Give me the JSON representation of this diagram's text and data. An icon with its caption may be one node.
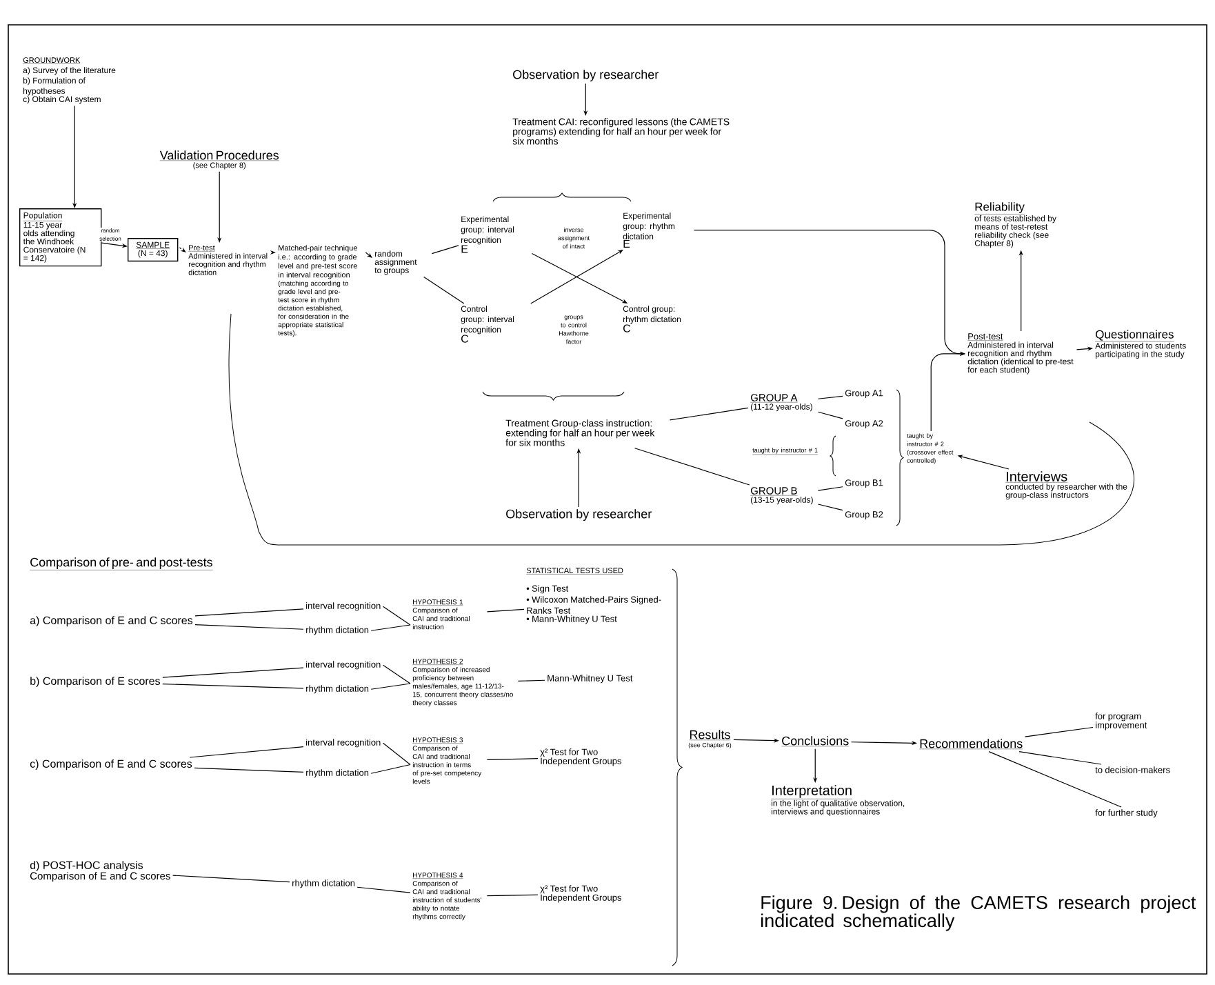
{
  "diagram": {
    "caption": "Figure 9. Design of the CAMETS research project indicated schematically",
    "nodes": [
      {
        "text": [
          "GROUNDWORK",
          "a) Survey of the literature",
          "b) Formulation of hypotheses",
          "c) Obtain CAI system"
        ]
      },
      {
        "text": [
          "Population",
          "11-15 year olds attending the Windhoek Conservatoire (N = 142)"
        ]
      },
      {
        "text": [
          "SAMPLE",
          "(N = 43)"
        ]
      },
      {
        "text": [
          "Validation Procedures",
          "(see Chapter 8)"
        ]
      },
      {
        "text": [
          "Pre-test",
          "Administered in interval recognition and rhythm dictation"
        ]
      },
      {
        "text": [
          "Matched-pair technique i.e.: according to grade level and pre-test score in interval recognition",
          "(matching according to grade level and pre-test score in rhythm dictation established, for consideration in the appropriate statistical tests)."
        ]
      },
      {
        "text": [
          "random assignment to groups"
        ]
      },
      {
        "text": [
          "Experimental group: interval recognition",
          "E"
        ]
      },
      {
        "text": [
          "Experimental group: rhythm dictation",
          "E"
        ]
      },
      {
        "text": [
          "Control group: interval recognition",
          "C"
        ]
      },
      {
        "text": [
          "Control group: rhythm dictation",
          "C"
        ]
      },
      {
        "text": [
          "Observation by researcher"
        ]
      },
      {
        "text": [
          "Treatment CAI: reconfigured lessons (the CAMETS programs) extending for half an hour per week for six months"
        ]
      },
      {
        "text": [
          "Treatment Group-class instruction: extending for half an hour per week for six months"
        ]
      },
      {
        "text": [
          "Observation by researcher"
        ]
      },
      {
        "text": [
          "Reliability",
          "of tests established by means of test-retest reliability check (see Chapter 8)"
        ]
      },
      {
        "text": [
          "Post-test",
          "Administered in interval recognition and rhythm dictation (identical to pre-test for each student)"
        ]
      },
      {
        "text": [
          "Questionnaires",
          "Administered to students participating in the study"
        ]
      },
      {
        "text": [
          "GROUP A",
          "(11-12 year-olds)"
        ]
      },
      {
        "text": [
          "GROUP B",
          "(13-15 year-olds)"
        ]
      },
      {
        "text": [
          "Group A1"
        ]
      },
      {
        "text": [
          "Group A2"
        ]
      },
      {
        "text": [
          "Group B1"
        ]
      },
      {
        "text": [
          "Group B2"
        ]
      },
      {
        "text": [
          "taught by instructor # 2 (crossover effect controlled)"
        ]
      },
      {
        "text": [
          "Interviews",
          "conducted by researcher with the group-class instructors"
        ]
      },
      {
        "text": [
          "Comparison of pre- and post-tests"
        ]
      },
      {
        "text": [
          "a) Comparison of E and C scores"
        ]
      },
      {
        "text": [
          "interval recognition"
        ]
      },
      {
        "text": [
          "rhythm dictation"
        ]
      },
      {
        "text": [
          "HYPOTHESIS 1",
          "Comparison of CAI and traditional instruction"
        ]
      },
      {
        "text": [
          "STATISTICAL TESTS USED"
        ]
      },
      {
        "text": [
          "• Sign Test",
          "• Wilcoxon Matched-Pairs Signed-Ranks Test",
          "• Mann-Whitney U Test"
        ]
      },
      {
        "text": [
          "b) Comparison of E scores"
        ]
      },
      {
        "text": [
          "interval recognition"
        ]
      },
      {
        "text": [
          "rhythm dictation"
        ]
      },
      {
        "text": [
          "HYPOTHESIS 2",
          "Comparison of increased proficiency between males/females, age 11-12/13-15, concurrent theory classes/no theory classes"
        ]
      },
      {
        "text": [
          "Mann-Whitney U Test"
        ]
      },
      {
        "text": [
          "c) Comparison of E and C scores"
        ]
      },
      {
        "text": [
          "interval recognition"
        ]
      },
      {
        "text": [
          "rhythm dictation"
        ]
      },
      {
        "text": [
          "HYPOTHESIS 3",
          "Comparison of CAI and traditional instruction in terms of pre-set competency levels"
        ]
      },
      {
        "text": [
          "χ² Test for Two Independent Groups"
        ]
      },
      {
        "text": [
          "d) POST-HOC analysis",
          "Comparison of E and C scores"
        ]
      },
      {
        "text": [
          "rhythm dictation"
        ]
      },
      {
        "text": [
          "HYPOTHESIS 4",
          "Comparison of CAI and traditional instruction of students' ability to notate rhythms correctly"
        ]
      },
      {
        "text": [
          "χ² Test for Two Independent Groups"
        ]
      },
      {
        "text": [
          "Results",
          "(see Chapter 6)"
        ]
      },
      {
        "text": [
          "Conclusions"
        ]
      },
      {
        "text": [
          "Recommendations"
        ]
      },
      {
        "text": [
          "Interpretation",
          "in the light of qualitative observation, interviews and questionnaires"
        ]
      },
      {
        "text": [
          "for program improvement"
        ]
      },
      {
        "text": [
          "to decision-makers"
        ]
      },
      {
        "text": [
          "for further study"
        ]
      }
    ],
    "edges": [
      {
        "from": 0,
        "to": 1,
        "arrow": "to"
      },
      {
        "from": 1,
        "to": 2,
        "arrow": "to",
        "label": "random selection"
      },
      {
        "from": 2,
        "to": 4,
        "arrow": "to",
        "style": "dashed"
      },
      {
        "from": 3,
        "to": 4,
        "arrow": "to"
      },
      {
        "from": 4,
        "to": 5,
        "arrow": "to"
      },
      {
        "from": 5,
        "to": 6,
        "arrow": "to"
      },
      {
        "from": 6,
        "to": 7,
        "arrow": "none"
      },
      {
        "from": 6,
        "to": 9,
        "arrow": "none"
      },
      {
        "from": 7,
        "to": 10,
        "arrow": "to",
        "label": "groups to control Hawthorne factor"
      },
      {
        "from": 9,
        "to": 8,
        "arrow": "to",
        "label": "inverse assignment of intact"
      },
      {
        "from": 11,
        "to": 12,
        "arrow": "to"
      },
      {
        "from": 14,
        "to": 13,
        "arrow": "to"
      },
      {
        "from": 13,
        "to": 18,
        "arrow": "none"
      },
      {
        "from": 13,
        "to": 19,
        "arrow": "none"
      },
      {
        "from": 18,
        "to": 20,
        "arrow": "none"
      },
      {
        "from": 18,
        "to": 21,
        "arrow": "none"
      },
      {
        "from": 19,
        "to": 22,
        "arrow": "none"
      },
      {
        "from": 19,
        "to": 23,
        "arrow": "none"
      },
      {
        "from": 8,
        "to": 16,
        "arrow": "to"
      },
      {
        "from": 24,
        "to": 16,
        "arrow": "to"
      },
      {
        "from": 16,
        "to": 15,
        "arrow": "to"
      },
      {
        "from": 16,
        "to": 17,
        "arrow": "to"
      },
      {
        "from": 25,
        "to": 24,
        "arrow": "to"
      },
      {
        "from": 27,
        "to": 28,
        "arrow": "none"
      },
      {
        "from": 27,
        "to": 29,
        "arrow": "none"
      },
      {
        "from": 28,
        "to": 30,
        "arrow": "none"
      },
      {
        "from": 29,
        "to": 30,
        "arrow": "none"
      },
      {
        "from": 30,
        "to": 32,
        "arrow": "none"
      },
      {
        "from": 33,
        "to": 34,
        "arrow": "none"
      },
      {
        "from": 33,
        "to": 35,
        "arrow": "none"
      },
      {
        "from": 34,
        "to": 36,
        "arrow": "none"
      },
      {
        "from": 35,
        "to": 36,
        "arrow": "none"
      },
      {
        "from": 36,
        "to": 37,
        "arrow": "none"
      },
      {
        "from": 38,
        "to": 39,
        "arrow": "none"
      },
      {
        "from": 38,
        "to": 40,
        "arrow": "none"
      },
      {
        "from": 39,
        "to": 41,
        "arrow": "none"
      },
      {
        "from": 40,
        "to": 41,
        "arrow": "none"
      },
      {
        "from": 41,
        "to": 42,
        "arrow": "none"
      },
      {
        "from": 43,
        "to": 44,
        "arrow": "none"
      },
      {
        "from": 44,
        "to": 45,
        "arrow": "none"
      },
      {
        "from": 45,
        "to": 46,
        "arrow": "none"
      },
      {
        "from": 47,
        "to": 48,
        "arrow": "to"
      },
      {
        "from": 48,
        "to": 49,
        "arrow": "to"
      },
      {
        "from": 48,
        "to": 50,
        "arrow": "to"
      },
      {
        "from": 49,
        "to": 51,
        "arrow": "none"
      },
      {
        "from": 49,
        "to": 52,
        "arrow": "none"
      },
      {
        "from": 49,
        "to": 53,
        "arrow": "none"
      }
    ],
    "labels": [
      "taught by instructor # 1"
    ]
  }
}
